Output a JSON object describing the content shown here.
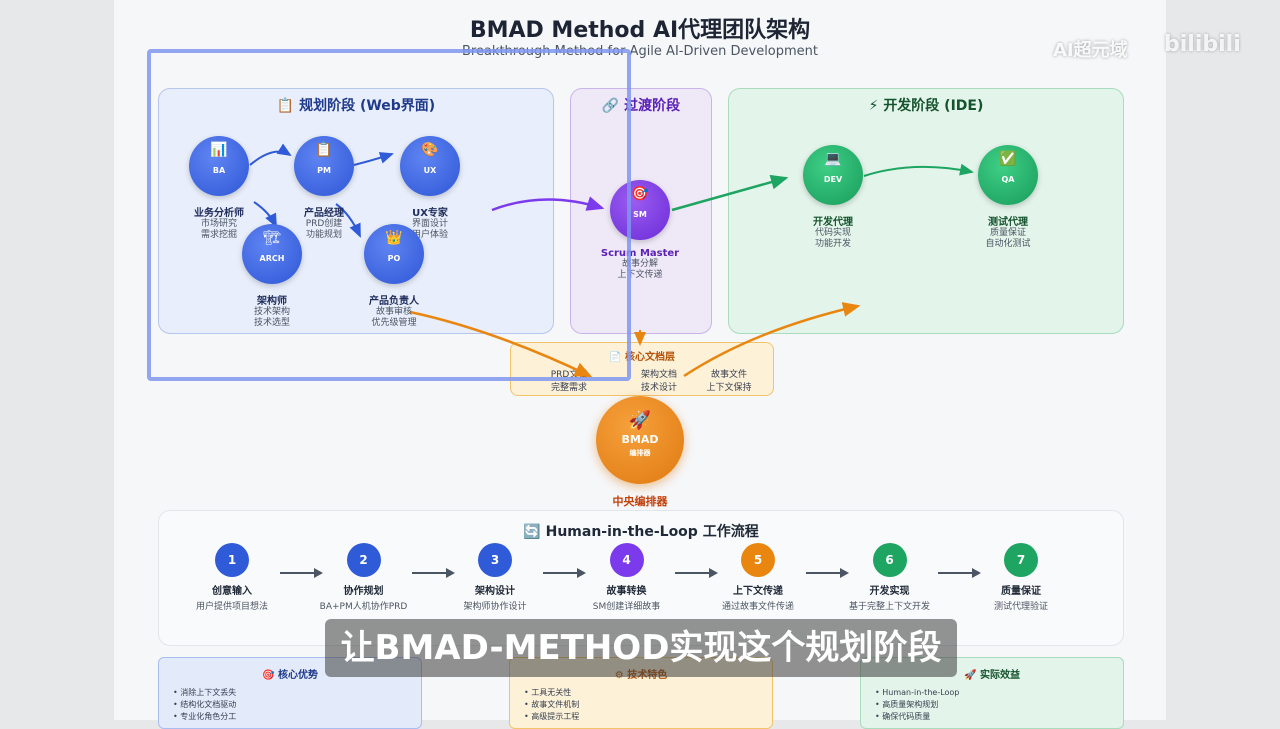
{
  "header": {
    "title": "BMAD Method AI代理团队架构",
    "subtitle": "Breakthrough Method for Agile AI-Driven Development"
  },
  "watermark": {
    "channel": "AI超元域",
    "site": "bilibili"
  },
  "phases": {
    "planning": {
      "icon": "📋",
      "title": "规划阶段 (Web界面)"
    },
    "transition": {
      "icon": "🔗",
      "title": "过渡阶段"
    },
    "development": {
      "icon": "⚡",
      "title": "开发阶段 (IDE)"
    }
  },
  "agents": {
    "ba": {
      "icon": "📊",
      "code": "BA",
      "name": "业务分析师",
      "desc1": "市场研究",
      "desc2": "需求挖掘"
    },
    "pm": {
      "icon": "📋",
      "code": "PM",
      "name": "产品经理",
      "desc1": "PRD创建",
      "desc2": "功能规划"
    },
    "ux": {
      "icon": "🎨",
      "code": "UX",
      "name": "UX专家",
      "desc1": "界面设计",
      "desc2": "用户体验"
    },
    "arch": {
      "icon": "🏗",
      "code": "ARCH",
      "name": "架构师",
      "desc1": "技术架构",
      "desc2": "技术选型"
    },
    "po": {
      "icon": "👑",
      "code": "PO",
      "name": "产品负责人",
      "desc1": "故事审核",
      "desc2": "优先级管理"
    },
    "sm": {
      "icon": "🎯",
      "code": "SM",
      "name": "Scrum Master",
      "desc1": "故事分解",
      "desc2": "上下文传递"
    },
    "dev": {
      "icon": "💻",
      "code": "DEV",
      "name": "开发代理",
      "desc1": "代码实现",
      "desc2": "功能开发"
    },
    "qa": {
      "icon": "✅",
      "code": "QA",
      "name": "测试代理",
      "desc1": "质量保证",
      "desc2": "自动化测试"
    }
  },
  "docs_layer": {
    "icon": "📄",
    "title": "核心文档层",
    "items": [
      {
        "name": "PRD文档",
        "desc": "完整需求"
      },
      {
        "name": "架构文档",
        "desc": "技术设计"
      },
      {
        "name": "故事文件",
        "desc": "上下文保持"
      }
    ]
  },
  "orchestrator": {
    "icon": "🚀",
    "code": "BMAD",
    "sub": "编排器",
    "label": "中央编排器"
  },
  "workflow": {
    "icon": "🔄",
    "title": "Human-in-the-Loop 工作流程",
    "steps": [
      {
        "num": "1",
        "title": "创意输入",
        "desc": "用户提供项目想法"
      },
      {
        "num": "2",
        "title": "协作规划",
        "desc": "BA+PM人机协作PRD"
      },
      {
        "num": "3",
        "title": "架构设计",
        "desc": "架构师协作设计"
      },
      {
        "num": "4",
        "title": "故事转换",
        "desc": "SM创建详细故事"
      },
      {
        "num": "5",
        "title": "上下文传递",
        "desc": "通过故事文件传递"
      },
      {
        "num": "6",
        "title": "开发实现",
        "desc": "基于完整上下文开发"
      },
      {
        "num": "7",
        "title": "质量保证",
        "desc": "测试代理验证"
      }
    ],
    "step_colors": [
      "#2f5bd8",
      "#2f5bd8",
      "#2f5bd8",
      "#7c3aed",
      "#e8860f",
      "#1ea562",
      "#1ea562"
    ]
  },
  "bottom": {
    "advantages": {
      "icon": "🎯",
      "title": "核心优势",
      "items": [
        "消除上下文丢失",
        "结构化文档驱动",
        "专业化角色分工"
      ]
    },
    "features": {
      "icon": "⚙",
      "title": "技术特色",
      "items": [
        "工具无关性",
        "故事文件机制",
        "高级提示工程"
      ]
    },
    "results": {
      "icon": "🚀",
      "title": "实际效益",
      "items": [
        "Human-in-the-Loop",
        "高质量架构规划",
        "确保代码质量"
      ]
    }
  },
  "caption": "让BMAD-METHOD实现这个规划阶段",
  "colors": {
    "planning_bg": "#e8eefb",
    "planning_border": "#b7c6ee",
    "transition_bg": "#efe8f7",
    "transition_border": "#c9b4ea",
    "dev_bg": "#e3f4ea",
    "dev_border": "#a9dcbd",
    "docs_bg": "#fdf1d8",
    "docs_border": "#f1c46a",
    "highlight": "#7f97f0"
  }
}
